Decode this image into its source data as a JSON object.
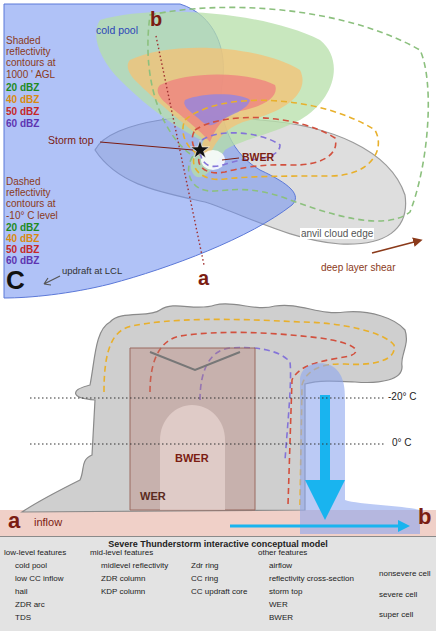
{
  "diagram": {
    "nodes": [
      {
        "text": [
          "Severe Thunderstorm interactive conceptual model"
        ]
      }
    ],
    "labels": [
      "b",
      "cold pool",
      "Shaded reflectivity contours at 1000 ' AGL",
      "20 dBZ",
      "40 dBZ",
      "50 dBZ",
      "60 dBZ",
      "Storm top",
      "BWER",
      "Dashed reflectivity contours at -10° C level",
      "20 dBZ",
      "40 dBZ",
      "50 dBZ",
      "60 dBZ",
      "anvil cloud edge",
      "deep layer shear",
      "C",
      "updraft at LCL",
      "a",
      "-20° C",
      "0° C",
      "BWER",
      "WER",
      "a",
      "inflow",
      "b",
      "low-level features",
      "mid-level features",
      "other features",
      "cold pool",
      "low CC inflow",
      "hail",
      "ZDR arc",
      "TDS",
      "midlevel reflectivity",
      "ZDR column",
      "KDP column",
      "Zdr ring",
      "CC ring",
      "CC updraft core",
      "airflow",
      "reflectivity cross-section",
      "storm top",
      "WER",
      "BWER",
      "nonsevere cell",
      "severe cell",
      "super cell"
    ]
  }
}
